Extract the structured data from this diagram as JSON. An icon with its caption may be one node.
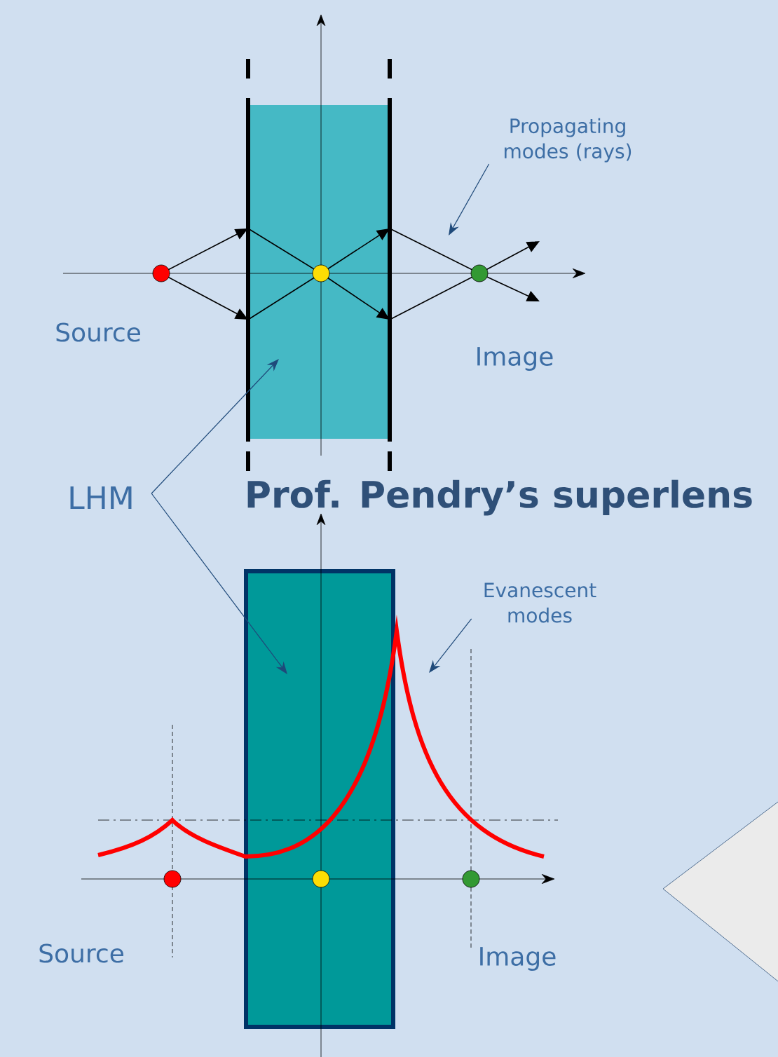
{
  "diagram": {
    "nodes": [
      {
        "text": [
          "LHM"
        ]
      },
      {
        "text": [],
        "shape": "box"
      },
      {
        "text": [],
        "shape": "box"
      },
      {
        "text": [
          "Propagating modes (rays)"
        ]
      },
      {
        "text": [
          "Evanescent modes"
        ]
      }
    ],
    "edges": [
      {
        "from": 0,
        "to": 1,
        "arrow": "to"
      },
      {
        "from": 0,
        "to": 2,
        "arrow": "to"
      },
      {
        "from": 3,
        "to": null,
        "arrow": "to"
      },
      {
        "from": 4,
        "to": null,
        "arrow": "to"
      }
    ],
    "labels": [
      "Source",
      "Image",
      "Prof. Pendry’s superlens",
      "Source",
      "Image"
    ]
  }
}
